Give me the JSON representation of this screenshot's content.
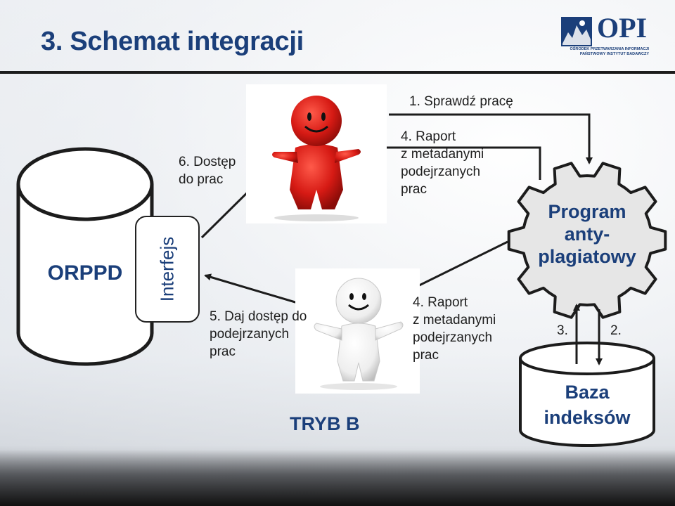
{
  "slide_title": "3. Schemat integracji",
  "logo": {
    "name": "OPI",
    "subtitle_line1": "OŚRODEK PRZETWARZANIA INFORMACJI",
    "subtitle_line2": "PAŃSTWOWY INSTYTUT BADAWCZY"
  },
  "nodes": {
    "orppd": "ORPPD",
    "interface": "Interfejs",
    "program": "Program\nanty-\nplagiatowy",
    "index_db": "Baza\nindeksów",
    "mode": "TRYB B"
  },
  "edges": {
    "step1": "1. Sprawdź pracę",
    "step2": "2.",
    "step3": "3.",
    "step4_top": "4. Raport\nz metadanymi\npodejrzanych\nprac",
    "step4_bottom": "4. Raport\nz metadanymi\npodejrzanych\nprac",
    "step5": "5. Daj dostęp do\npodejrzanych\nprac",
    "step6": "6. Dostęp\ndo prac"
  },
  "colors": {
    "title": "#1b3f7a",
    "red_figure": "#d61a14",
    "white_figure": "#ffffff",
    "gear_fill": "#e6e6e6"
  }
}
